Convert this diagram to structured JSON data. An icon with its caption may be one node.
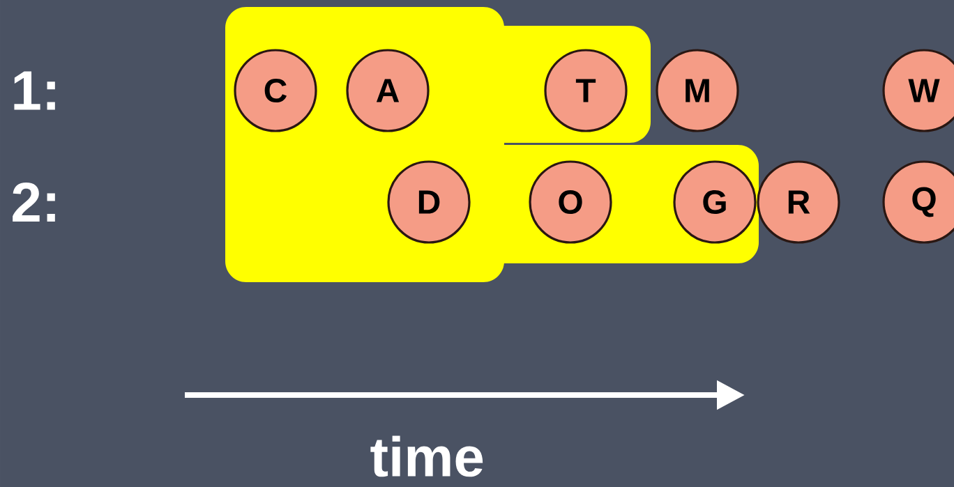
{
  "diagram": {
    "nodes": [
      {
        "text": [
          "C"
        ]
      },
      {
        "text": [
          "A"
        ]
      },
      {
        "text": [
          "T"
        ]
      },
      {
        "text": [
          "M"
        ]
      },
      {
        "text": [
          "W"
        ]
      },
      {
        "text": [
          "D"
        ]
      },
      {
        "text": [
          "O"
        ]
      },
      {
        "text": [
          "G"
        ]
      },
      {
        "text": [
          "R"
        ]
      },
      {
        "text": [
          "Q"
        ]
      }
    ],
    "labels": [
      "1:",
      "2:",
      "time"
    ]
  }
}
